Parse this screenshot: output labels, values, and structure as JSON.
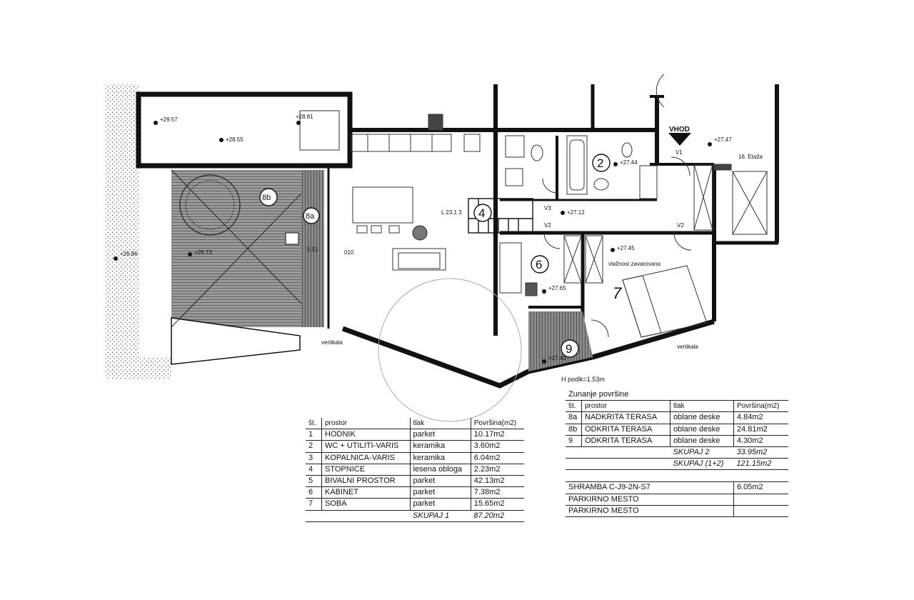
{
  "plan": {
    "entrance_label": "VHOD",
    "vertical_label_left": "vertikala",
    "vertical_label_right": "vertikala",
    "height_note": "H podlk=1.53m",
    "room_numbers": [
      "2",
      "4",
      "6",
      "8b",
      "8a",
      "9"
    ],
    "room7_label": "7",
    "elevations": {
      "e1": "+29.57",
      "e2": "+28.81",
      "e3": "+28.55",
      "e4": "+26.86",
      "e5": "+26.73",
      "e6": "+27.47",
      "e7": "+27.44",
      "e8": "+27.12",
      "e9": "+27.45",
      "e10": "+27.65",
      "e11": "+27.40"
    },
    "door_labels": {
      "v1": "V1",
      "v2a": "V2",
      "v2b": "V2",
      "v3": "V3"
    },
    "terrace_note": "16. Etaža",
    "kitchen_note": "L 23.1 3",
    "stair_note": "5.51",
    "wall_code": "010",
    "room_note": "vlažnost zavarovana",
    "icon_north": "north-arrow-icon"
  },
  "table1": {
    "headers": {
      "num": "št.",
      "name": "prostor",
      "mat": "tlak",
      "area": "Površina(m2)"
    },
    "rows": [
      {
        "num": "1",
        "name": "HODNIK",
        "mat": "parket",
        "area": "10.17m2"
      },
      {
        "num": "2",
        "name": "WC + UTILITI-VARIS",
        "mat": "keramika",
        "area": "3.60m2"
      },
      {
        "num": "3",
        "name": "KOPALNICA-VARIS",
        "mat": "keramika",
        "area": "6.04m2"
      },
      {
        "num": "4",
        "name": "STOPNICE",
        "mat": "lesena obloga",
        "area": "2.23m2"
      },
      {
        "num": "5",
        "name": "BIVALNI PROSTOR",
        "mat": "parket",
        "area": "42.13m2"
      },
      {
        "num": "6",
        "name": "KABINET",
        "mat": "parket",
        "area": "7.38m2"
      },
      {
        "num": "7",
        "name": "SOBA",
        "mat": "parket",
        "area": "15.65m2"
      }
    ],
    "total_label": "SKUPAJ 1",
    "total_value": "87.20m2"
  },
  "table2": {
    "title": "Zunanje površine",
    "headers": {
      "num": "št.",
      "name": "prostor",
      "mat": "tlak",
      "area": "Površina(m2)"
    },
    "rows": [
      {
        "num": "8a",
        "name": "NADKRITA TERASA",
        "mat": "oblane deske",
        "area": "4.84m2"
      },
      {
        "num": "8b",
        "name": "ODKRITA TERASA",
        "mat": "oblane deske",
        "area": "24.81m2"
      },
      {
        "num": "9",
        "name": "ODKRITA TERASA",
        "mat": "oblane deske",
        "area": "4.30m2"
      }
    ],
    "total2_label": "SKUPAJ 2",
    "total2_value": "33.95m2",
    "total12_label": "SKUPAJ (1+2)",
    "total12_value": "121.15m2",
    "storage_label": "SHRAMBA  C-J9-2N-S7",
    "storage_value": "6.05m2",
    "parking_1": "PARKIRNO MESTO",
    "parking_2": "PARKIRNO MESTO"
  }
}
